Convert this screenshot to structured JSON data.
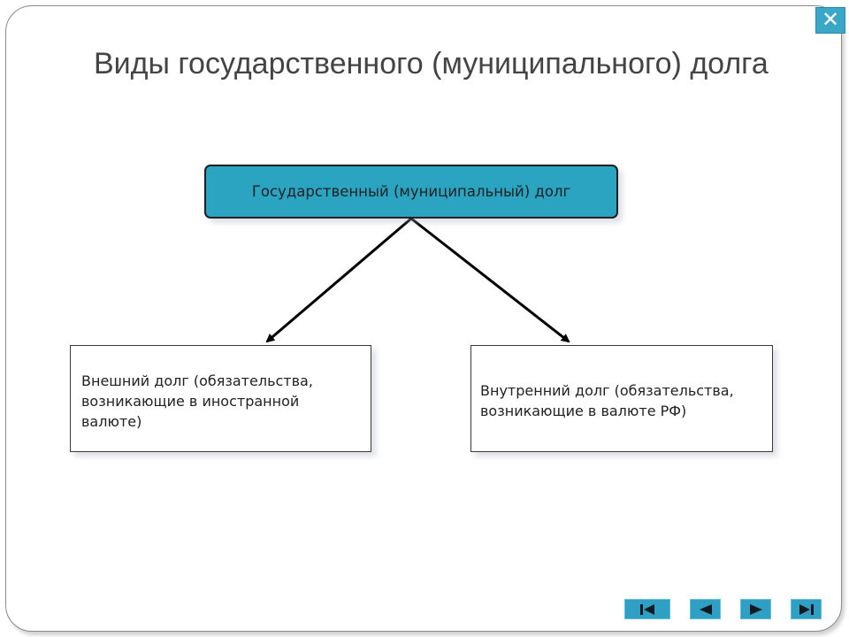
{
  "slide": {
    "title": "Виды государственного (муниципального) долга"
  },
  "diagram": {
    "root": "Государственный (муниципальный) долг",
    "children": [
      "Внешний долг (обязательства, возникающие в иностранной валюте)",
      "Внутренний долг (обязательства, возникающие в валюте РФ)"
    ]
  },
  "navigation": {
    "icons": [
      "first-slide-icon",
      "previous-slide-icon",
      "next-slide-icon",
      "last-slide-icon"
    ]
  },
  "window": {
    "close_icon": "close-icon",
    "accent_color": "#3aa7c8"
  }
}
